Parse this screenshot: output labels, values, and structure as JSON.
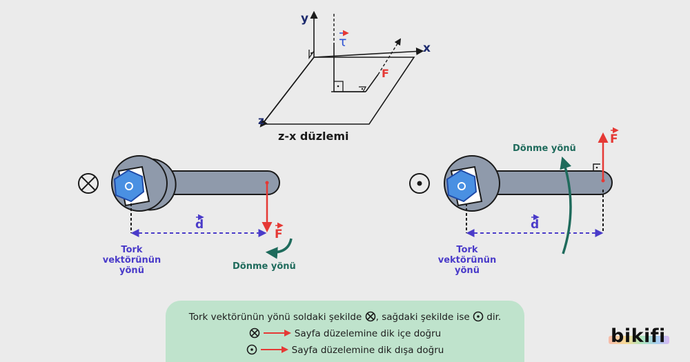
{
  "axis_diagram": {
    "y_label": "y",
    "x_label": "x",
    "z_label": "z",
    "torque_label": "τ",
    "force_label": "F",
    "plane_label": "z-x düzlemi"
  },
  "left_wrench": {
    "direction_symbol": "into-page-symbol",
    "distance_label": "d",
    "force_label": "F",
    "rotation_label": "Dönme yönü",
    "torque_dir_label": [
      "Tork",
      "vektörünün",
      "yönü"
    ]
  },
  "right_wrench": {
    "direction_symbol": "out-of-page-symbol",
    "distance_label": "d",
    "force_label": "F",
    "rotation_label": "Dönme yönü",
    "torque_dir_label": [
      "Tork",
      "vektörünün",
      "yönü"
    ]
  },
  "caption": {
    "line1_a": "Tork vektörünün yönü soldaki şekilde",
    "line1_b": ", sağdaki şekilde ise",
    "line1_c": "dir.",
    "line2": "Sayfa düzelemine dik içe doğru",
    "line3": "Sayfa düzelemine dik dışa doğru"
  },
  "logo": "bikifi",
  "colors": {
    "torque_blue": "#2f55d4",
    "force_red": "#e53935",
    "rotation_green": "#1f6b5c",
    "distance_purple": "#4a3bc9",
    "wrench_gray": "#8f9aab",
    "bolt_blue": "#4a90e2",
    "caption_bg": "#bfe3cc"
  }
}
